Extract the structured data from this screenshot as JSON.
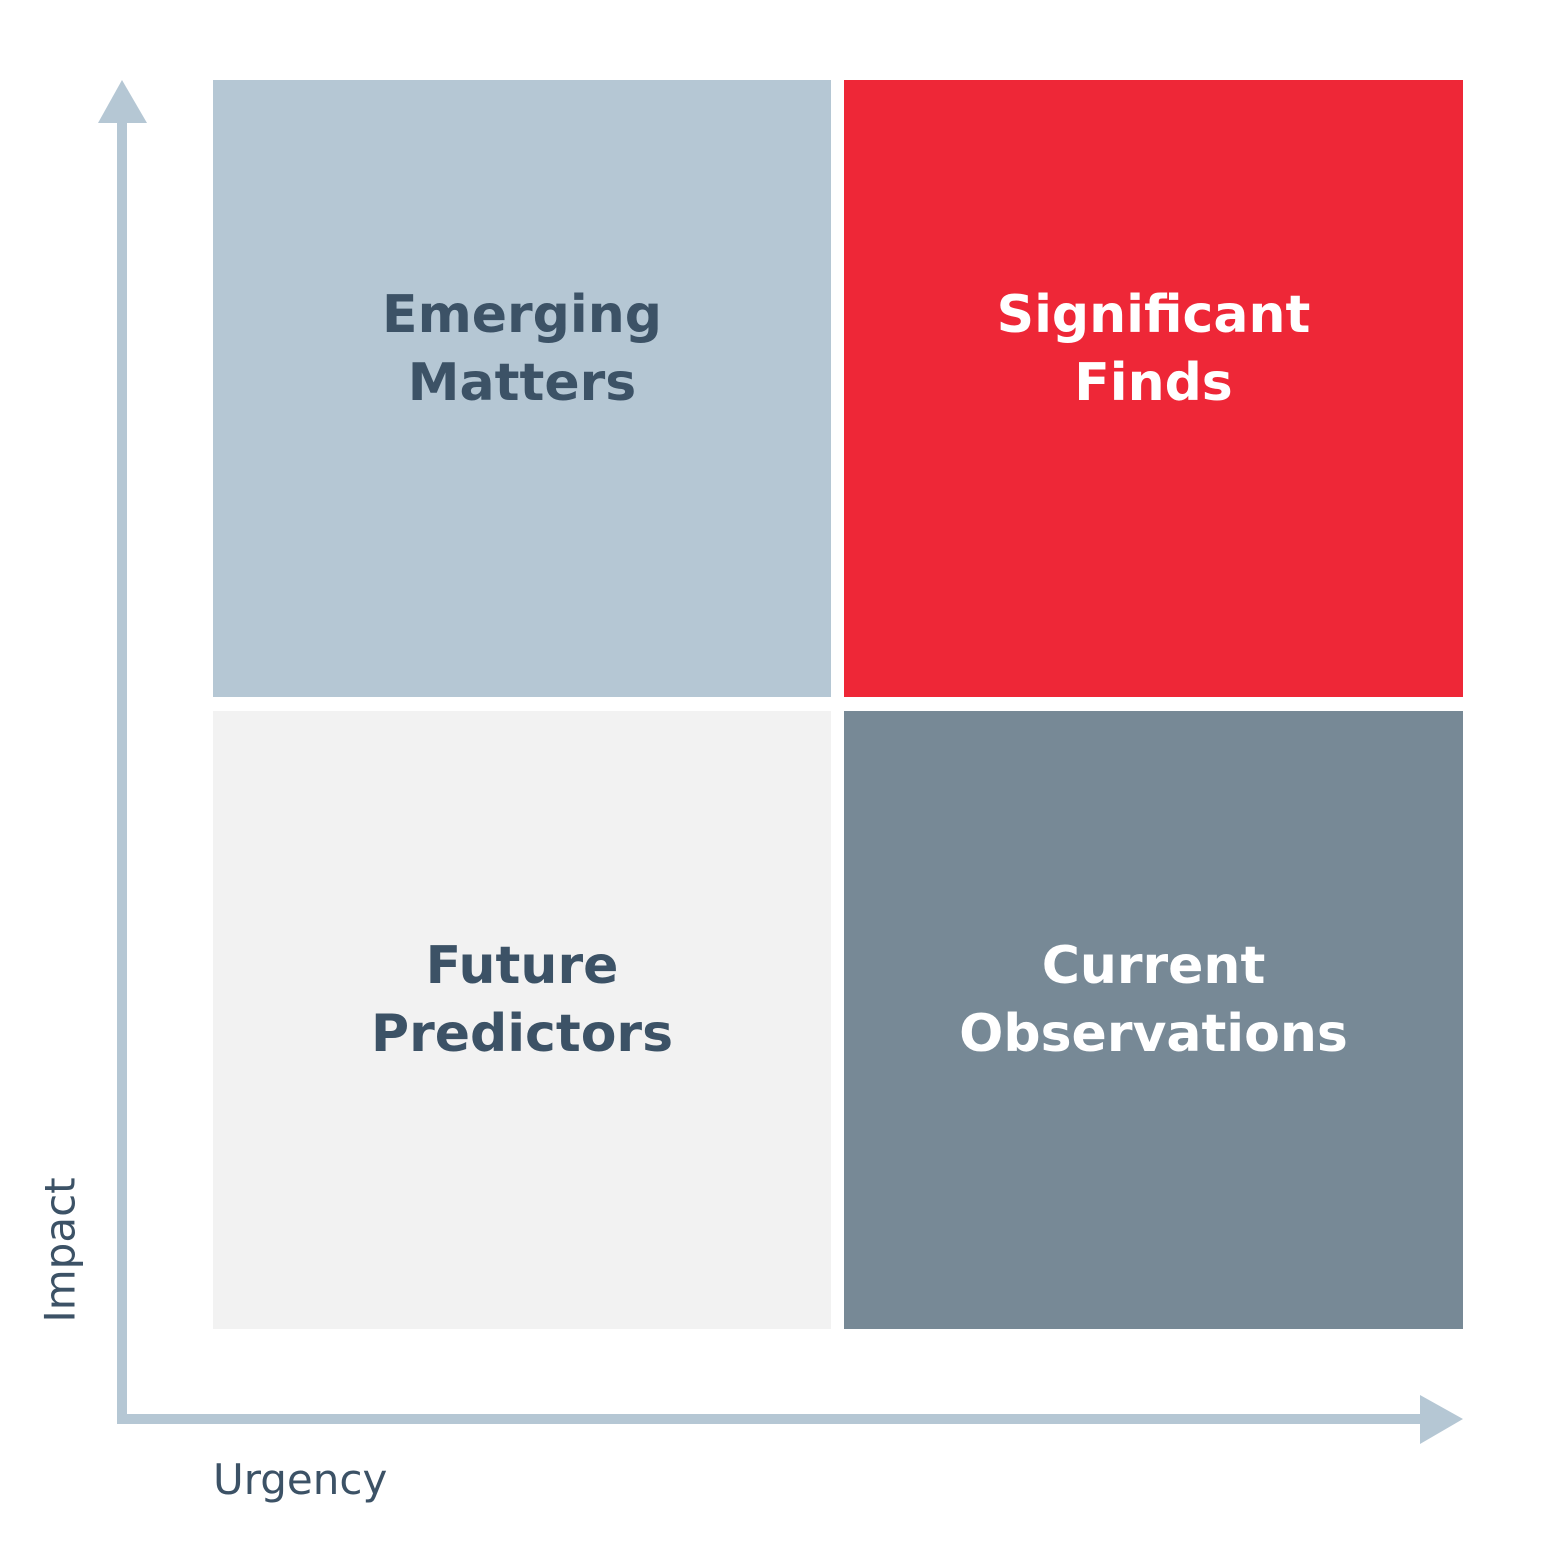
{
  "colors": {
    "axis": "#b5c7d4",
    "axis_label": "#3c5266",
    "dark_text": "#3c5266",
    "light_text": "#ffffff"
  },
  "quadrants": {
    "top_left": {
      "line1": "Emerging",
      "line2": "Matters",
      "fill": "#b5c7d4",
      "text_color": "#3c5266"
    },
    "top_right": {
      "line1": "Significant",
      "line2": "Finds",
      "fill": "#ee2737",
      "text_color": "#ffffff"
    },
    "bottom_left": {
      "line1": "Future",
      "line2": "Predictors",
      "fill": "#f2f2f2",
      "text_color": "#3c5266"
    },
    "bottom_right": {
      "line1": "Current",
      "line2": "Observations",
      "fill": "#778996",
      "text_color": "#ffffff"
    }
  },
  "axes": {
    "x_label": "Urgency",
    "y_label": "Impact"
  }
}
